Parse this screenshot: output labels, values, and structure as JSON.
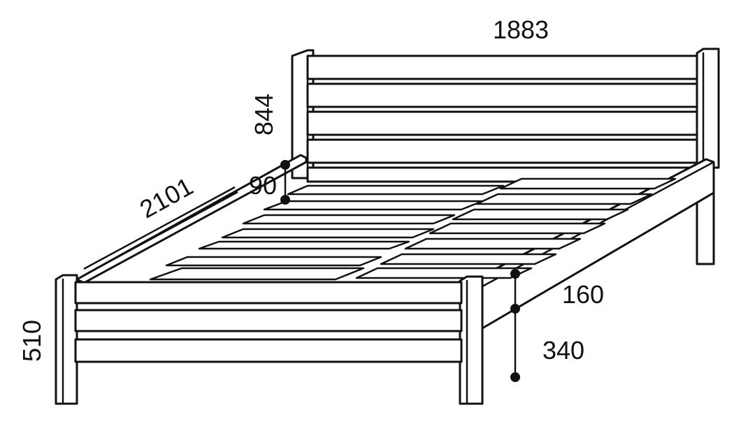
{
  "dimensions": {
    "width_label": "1883",
    "headboard_height_label": "844",
    "length_label": "2101",
    "rail_gap_label": "90",
    "footboard_height_label": "510",
    "rail_height_label": "160",
    "clearance_label": "340"
  },
  "colors": {
    "line": "#111111",
    "background": "#ffffff"
  }
}
